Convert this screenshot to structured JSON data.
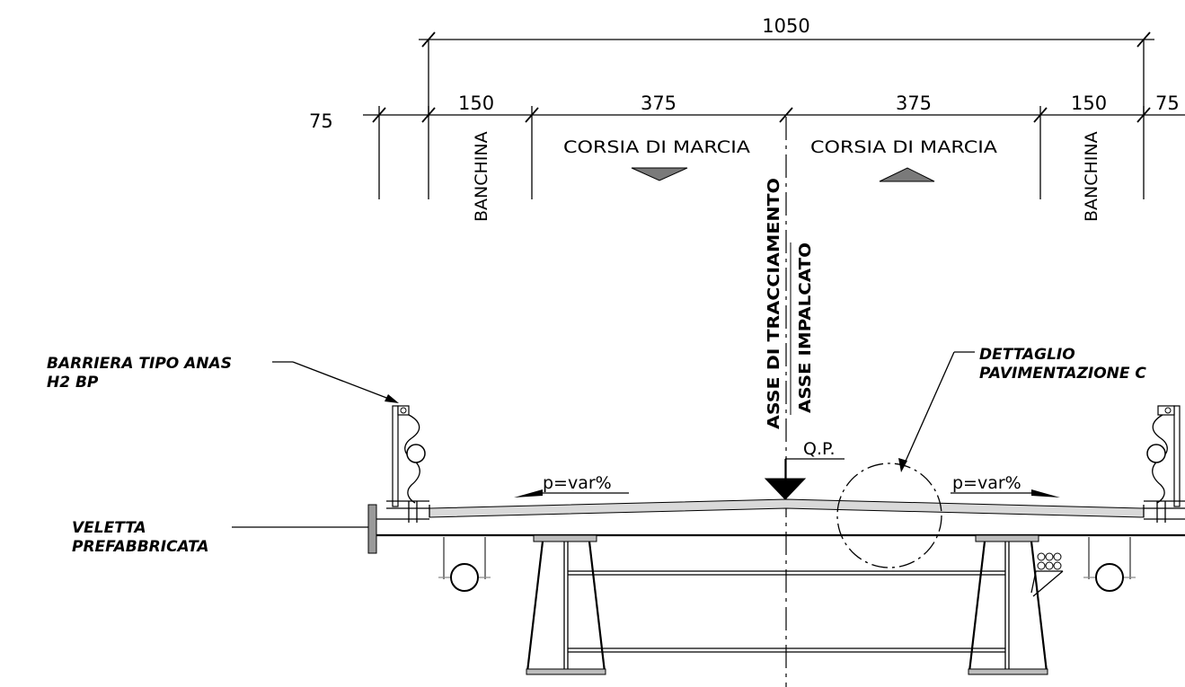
{
  "dimensions": {
    "total": "1050",
    "left_edge": "75",
    "left_shoulder": "150",
    "left_lane": "375",
    "right_lane": "375",
    "right_shoulder": "150",
    "right_edge": "75"
  },
  "labels": {
    "shoulder_left": "BANCHINA",
    "shoulder_right": "BANCHINA",
    "lane_left": "CORSIA DI MARCIA",
    "lane_right": "CORSIA DI MARCIA",
    "axis_tracing": "ASSE DI TRACCIAMENTO",
    "axis_deck": "ASSE IMPALCATO",
    "qp": "Q.P.",
    "slope_left": "p=var%",
    "slope_right": "p=var%"
  },
  "callouts": {
    "barrier_line1": "BARRIERA TIPO ANAS",
    "barrier_line2": "H2 BP",
    "veletta_line1": "VELETTA",
    "veletta_line2": "PREFABBRICATA",
    "detail_line1": "DETTAGLIO",
    "detail_line2": "PAVIMENTAZIONE C"
  },
  "colors": {
    "line": "#000000",
    "lane_arrow": "#7a7a7a",
    "pavement": "#d9d9d9"
  }
}
